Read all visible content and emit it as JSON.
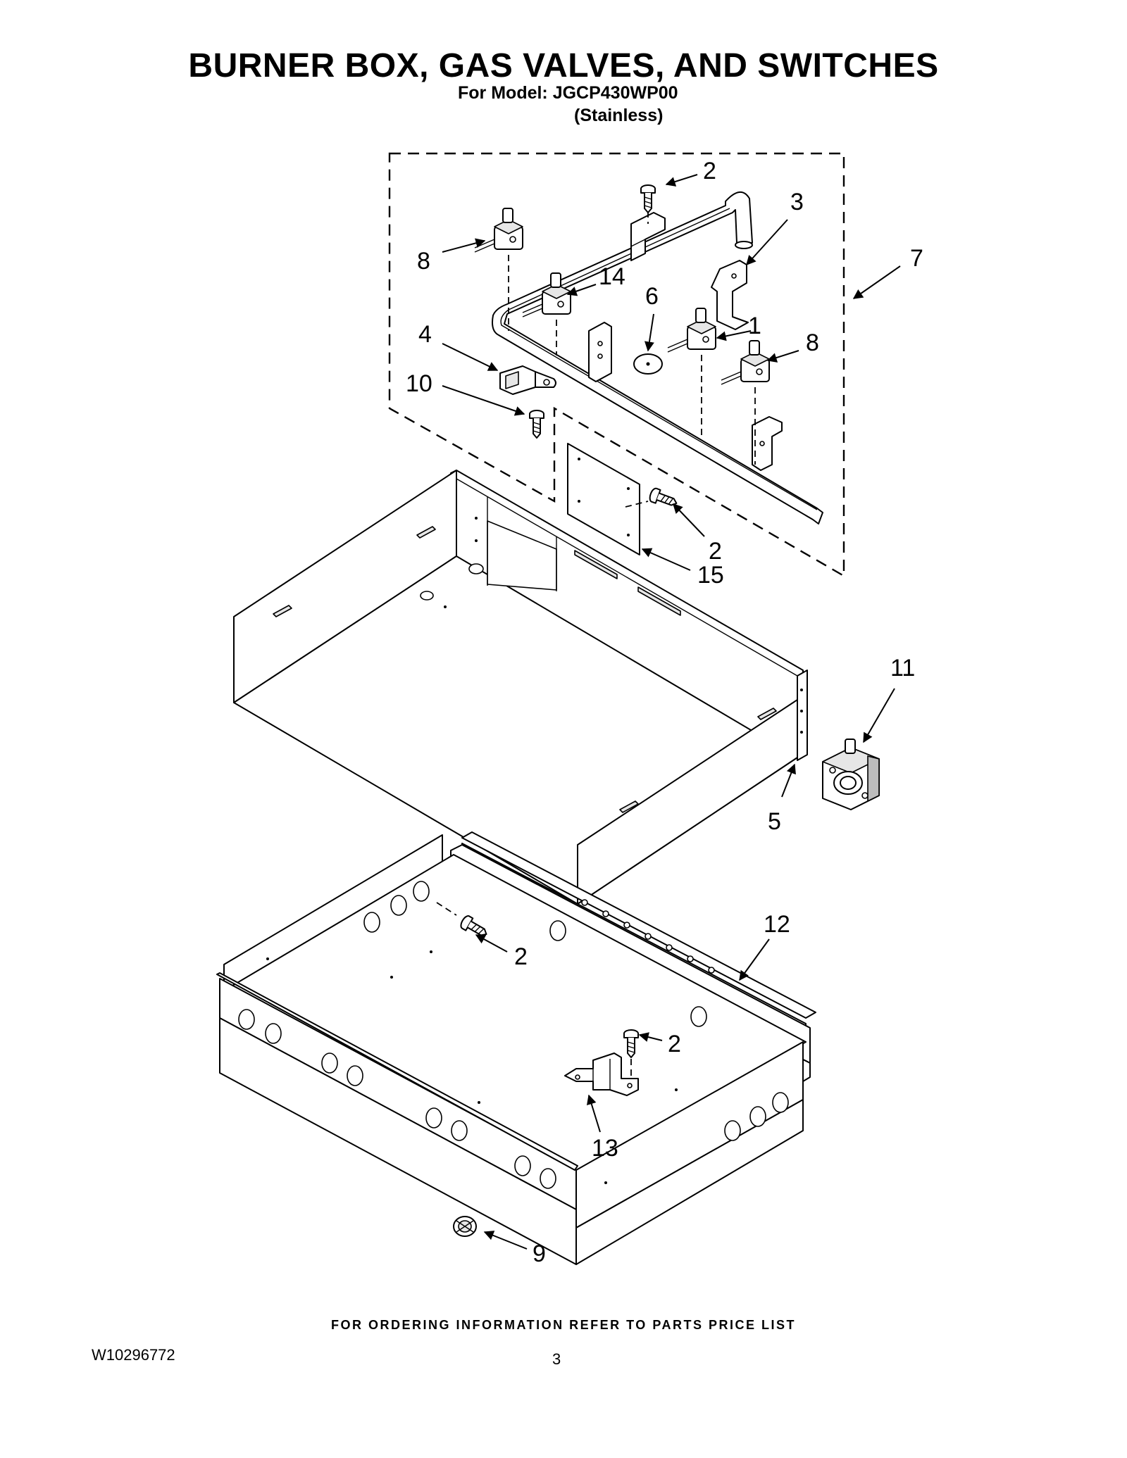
{
  "header": {
    "title": "BURNER BOX, GAS VALVES, AND SWITCHES",
    "model_line": "For Model: JGCP430WP00",
    "finish_line": "(Stainless)"
  },
  "callouts": {
    "c1": "1",
    "c2a": "2",
    "c2b": "2",
    "c2c": "2",
    "c2d": "2",
    "c3": "3",
    "c4": "4",
    "c5": "5",
    "c6": "6",
    "c7": "7",
    "c8a": "8",
    "c8b": "8",
    "c9": "9",
    "c10": "10",
    "c11": "11",
    "c12": "12",
    "c13": "13",
    "c14": "14",
    "c15": "15"
  },
  "footer": {
    "ordering_note": "FOR ORDERING INFORMATION REFER TO PARTS PRICE LIST",
    "document_number": "W10296772",
    "page_number": "3"
  }
}
